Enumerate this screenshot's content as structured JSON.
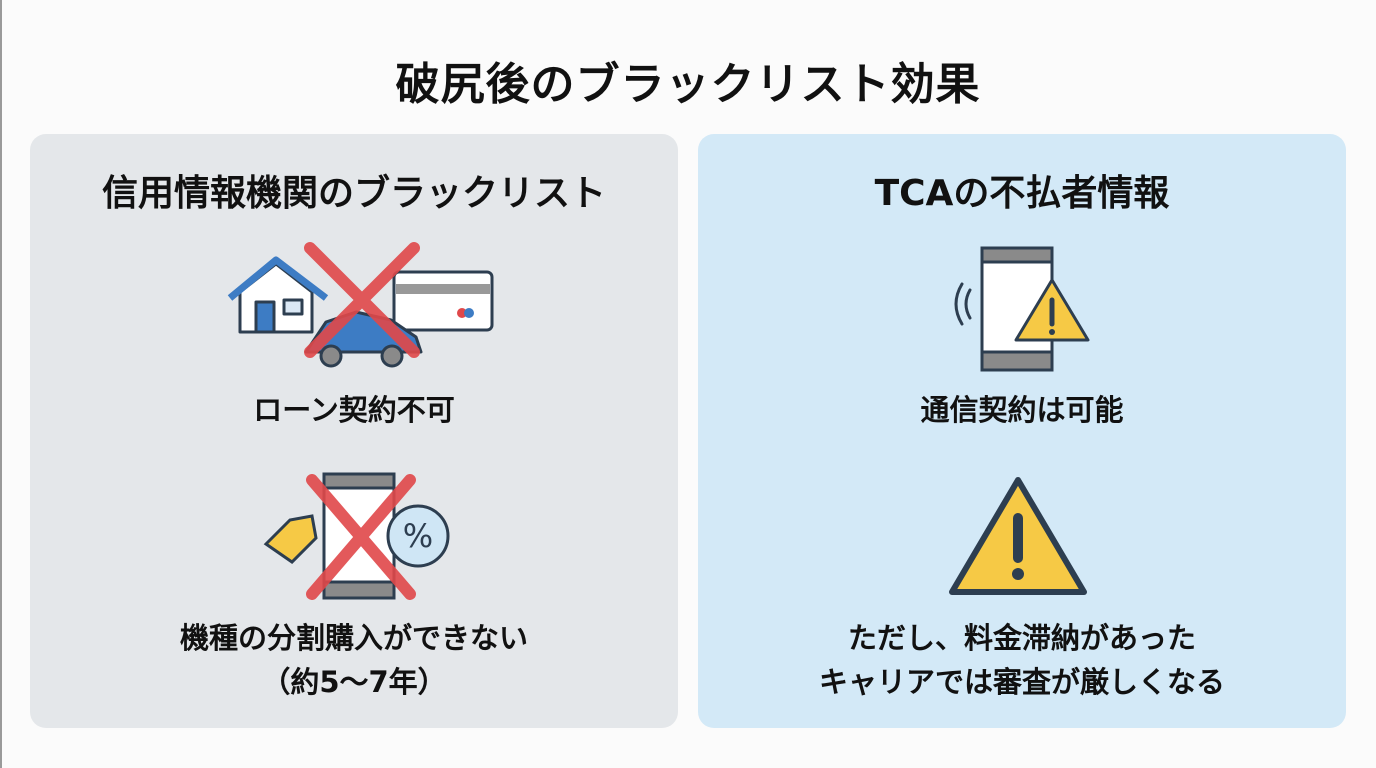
{
  "title": "破尻後のブラックリスト効果",
  "left_panel": {
    "heading": "信用情報機関のブラックリスト",
    "item1": {
      "icon": "house-car-card-crossed-icon",
      "caption": "ローン契約不可"
    },
    "item2": {
      "icon": "phone-tag-percent-crossed-icon",
      "caption_line1": "機種の分割購入ができない",
      "caption_line2": "（約5〜7年）"
    }
  },
  "right_panel": {
    "heading": "TCAの不払者情報",
    "item1": {
      "icon": "phone-signal-warning-icon",
      "caption": "通信契約は可能"
    },
    "item2": {
      "icon": "warning-icon",
      "caption_line1": "ただし、料金滞納があった",
      "caption_line2": "キャリアでは審査が厳しくなる"
    }
  },
  "colors": {
    "left_bg": "#e4e7ea",
    "right_bg": "#d3e9f7",
    "cross": "#e0484a",
    "blue": "#3d7cc4",
    "warning": "#f6c945"
  }
}
